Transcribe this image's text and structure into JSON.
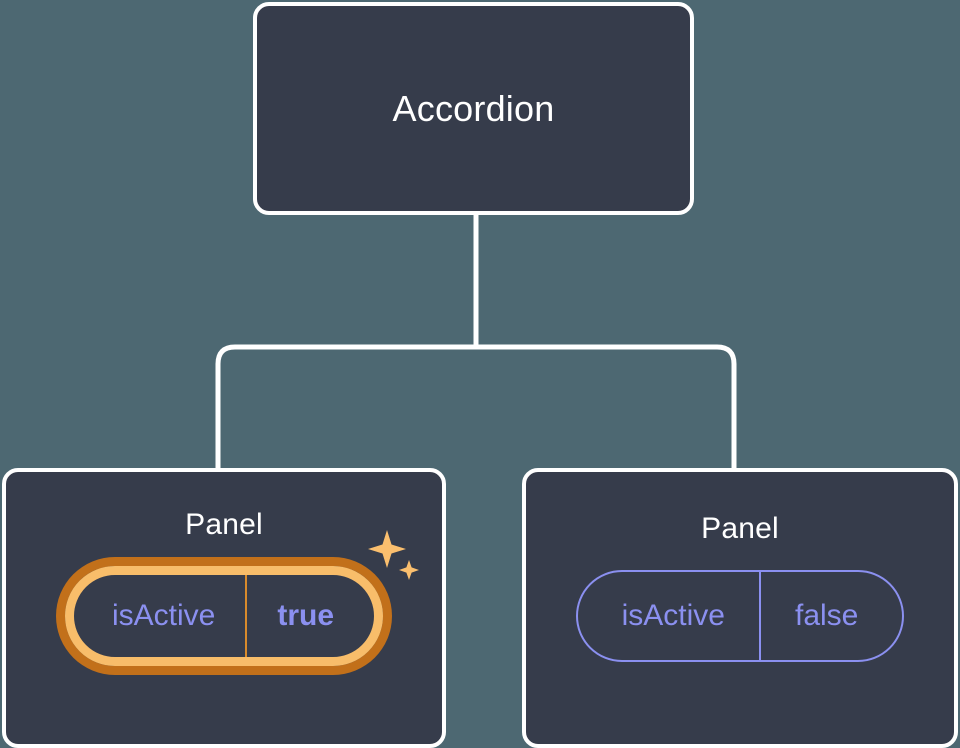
{
  "diagram": {
    "type": "component-tree",
    "background_color": "#4d6872",
    "node_fill_color": "#363c4b",
    "node_border_color": "#ffffff",
    "connector_color": "#ffffff",
    "accent_highlight_outer": "#c2701a",
    "accent_highlight_inner": "#f8bd6a",
    "prop_text_color": "#8b90f0"
  },
  "root": {
    "title": "Accordion"
  },
  "children": [
    {
      "title": "Panel",
      "highlighted": true,
      "prop": {
        "key": "isActive",
        "value": "true"
      },
      "sparkle_color": "#fbbf6e"
    },
    {
      "title": "Panel",
      "highlighted": false,
      "prop": {
        "key": "isActive",
        "value": "false"
      }
    }
  ]
}
